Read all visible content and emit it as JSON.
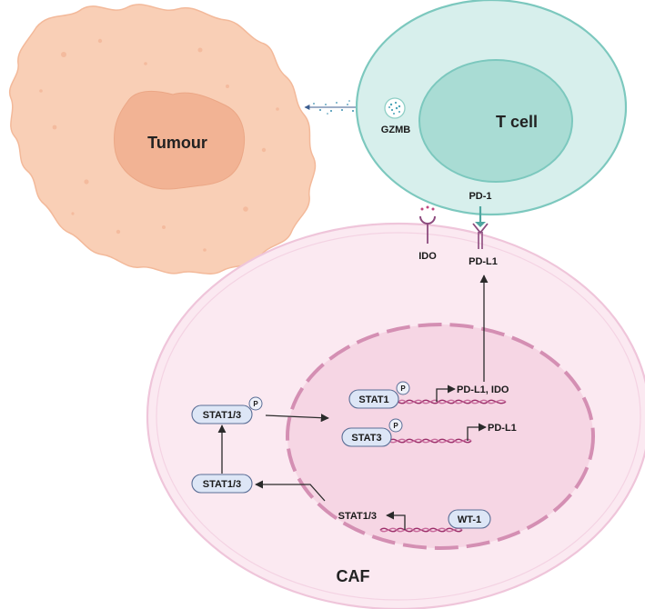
{
  "labels": {
    "tumour": "Tumour",
    "t_cell": "T cell",
    "gzmb": "GZMB",
    "pd1": "PD-1",
    "pdl1_surface": "PD-L1",
    "ido_surface": "IDO",
    "caf": "CAF",
    "p": "P",
    "stat1": "STAT1",
    "stat3": "STAT3",
    "stat13_upper": "STAT1/3",
    "stat13_lower": "STAT1/3",
    "stat13_free": "STAT1/3",
    "target_stat1": "PD-L1, IDO",
    "target_stat3": "PD-L1",
    "wt1": "WT-1"
  },
  "colors": {
    "tumour_fill": "#f9cfb6",
    "tumour_nucleus": "#f2b394",
    "tcell_outer": "#d7efec",
    "tcell_nucleus": "#a9dcd4",
    "tcell_stroke": "#7cc8be",
    "caf_fill": "#fbe9f1",
    "caf_stroke": "#efc5da",
    "nucleus_fill": "#f6d6e4",
    "nucleus_dash": "#d48fb3",
    "receptor": "#8d4b7e",
    "pd1": "#4fa6a0"
  }
}
